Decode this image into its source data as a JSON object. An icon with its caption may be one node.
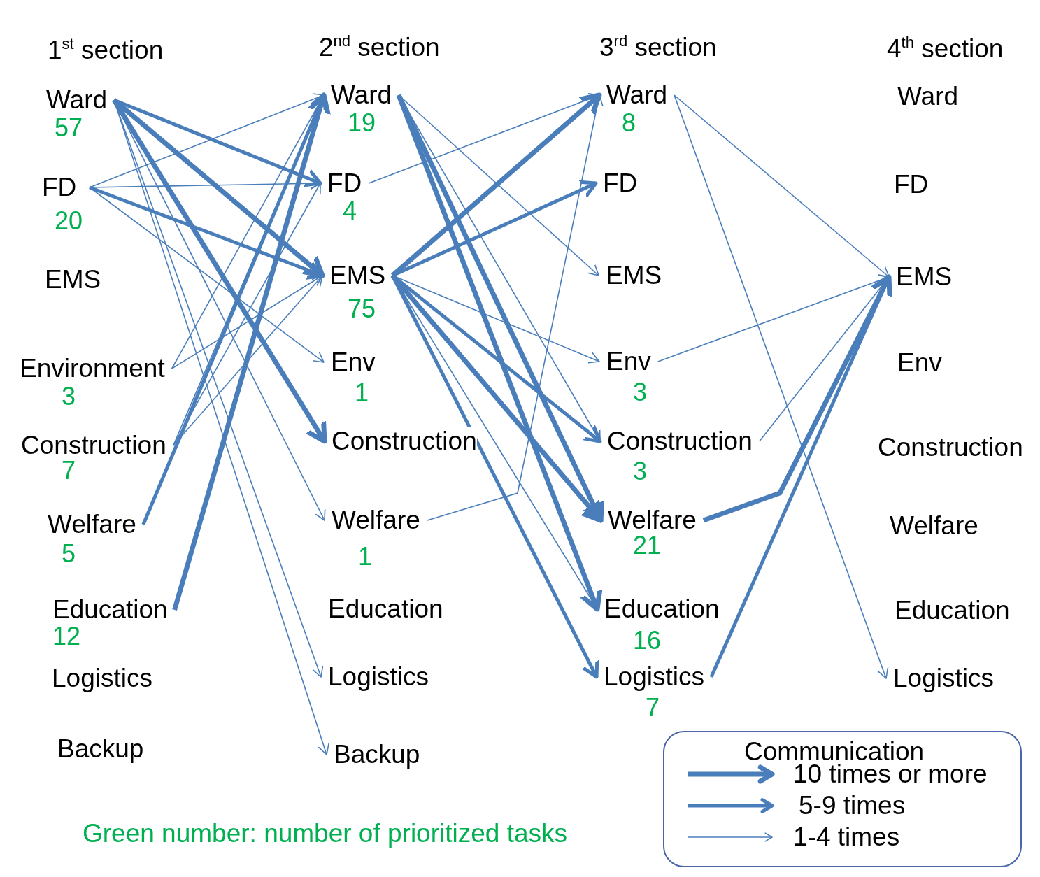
{
  "diagram": {
    "nodes": [
      {
        "text": [
          "Ward",
          "57"
        ]
      },
      {
        "text": [
          "FD",
          "20"
        ]
      },
      {
        "text": [
          "EMS"
        ]
      },
      {
        "text": [
          "Environment",
          "3"
        ]
      },
      {
        "text": [
          "Construction",
          "7"
        ]
      },
      {
        "text": [
          "Welfare",
          "5"
        ]
      },
      {
        "text": [
          "Education",
          "12"
        ]
      },
      {
        "text": [
          "Logistics"
        ]
      },
      {
        "text": [
          "Backup"
        ]
      },
      {
        "text": [
          "Ward",
          "19"
        ]
      },
      {
        "text": [
          "FD",
          "4"
        ]
      },
      {
        "text": [
          "EMS",
          "75"
        ]
      },
      {
        "text": [
          "Env",
          "1"
        ]
      },
      {
        "text": [
          "Construction"
        ]
      },
      {
        "text": [
          "Welfare",
          "1"
        ]
      },
      {
        "text": [
          "Education"
        ]
      },
      {
        "text": [
          "Logistics"
        ]
      },
      {
        "text": [
          "Backup"
        ]
      },
      {
        "text": [
          "Ward",
          "8"
        ]
      },
      {
        "text": [
          "FD"
        ]
      },
      {
        "text": [
          "EMS"
        ]
      },
      {
        "text": [
          "Env",
          "3"
        ]
      },
      {
        "text": [
          "Construction",
          "3"
        ]
      },
      {
        "text": [
          "Welfare",
          "21"
        ]
      },
      {
        "text": [
          "Education",
          "16"
        ]
      },
      {
        "text": [
          "Logistics",
          "7"
        ]
      },
      {
        "text": [
          "Ward"
        ]
      },
      {
        "text": [
          "FD"
        ]
      },
      {
        "text": [
          "EMS"
        ]
      },
      {
        "text": [
          "Env"
        ]
      },
      {
        "text": [
          "Construction"
        ]
      },
      {
        "text": [
          "Welfare"
        ]
      },
      {
        "text": [
          "Education"
        ]
      },
      {
        "text": [
          "Logistics"
        ]
      }
    ],
    "edges": [
      {
        "from": 0,
        "to": 10,
        "arrow": "to",
        "style": "thick"
      },
      {
        "from": 0,
        "to": 11,
        "arrow": "to",
        "style": "thick"
      },
      {
        "from": 0,
        "to": 13,
        "arrow": "to",
        "style": "thick"
      },
      {
        "from": 0,
        "to": 14,
        "arrow": "to"
      },
      {
        "from": 0,
        "to": 16,
        "arrow": "to"
      },
      {
        "from": 0,
        "to": 17,
        "arrow": "to"
      },
      {
        "from": 1,
        "to": 9,
        "arrow": "to"
      },
      {
        "from": 1,
        "to": 10,
        "arrow": "to"
      },
      {
        "from": 1,
        "to": 11,
        "arrow": "to",
        "style": "thick"
      },
      {
        "from": 1,
        "to": 12,
        "arrow": "to"
      },
      {
        "from": 3,
        "to": 9,
        "arrow": "to"
      },
      {
        "from": 3,
        "to": 11,
        "arrow": "to"
      },
      {
        "from": 4,
        "to": 9,
        "arrow": "to"
      },
      {
        "from": 4,
        "to": 10,
        "arrow": "to"
      },
      {
        "from": 4,
        "to": 11,
        "arrow": "to"
      },
      {
        "from": 5,
        "to": 9,
        "arrow": "to",
        "style": "thick"
      },
      {
        "from": 6,
        "to": 9,
        "arrow": "to",
        "style": "thick"
      },
      {
        "from": 9,
        "to": 20,
        "arrow": "to"
      },
      {
        "from": 9,
        "to": 22,
        "arrow": "to"
      },
      {
        "from": 9,
        "to": 23,
        "arrow": "to",
        "style": "thick"
      },
      {
        "from": 9,
        "to": 24,
        "arrow": "to",
        "style": "thick"
      },
      {
        "from": 10,
        "to": 18,
        "arrow": "to"
      },
      {
        "from": 11,
        "to": 18,
        "arrow": "to",
        "style": "thick"
      },
      {
        "from": 11,
        "to": 19,
        "arrow": "to",
        "style": "thick"
      },
      {
        "from": 11,
        "to": 21,
        "arrow": "to"
      },
      {
        "from": 11,
        "to": 22,
        "arrow": "to",
        "style": "thick"
      },
      {
        "from": 11,
        "to": 23,
        "arrow": "to",
        "style": "thick"
      },
      {
        "from": 11,
        "to": 24,
        "arrow": "to"
      },
      {
        "from": 11,
        "to": 25,
        "arrow": "to",
        "style": "thick"
      },
      {
        "from": 14,
        "to": 18,
        "arrow": "to"
      },
      {
        "from": 18,
        "to": 28,
        "arrow": "to"
      },
      {
        "from": 18,
        "to": 33,
        "arrow": "to"
      },
      {
        "from": 21,
        "to": 28,
        "arrow": "to"
      },
      {
        "from": 22,
        "to": 28,
        "arrow": "to"
      },
      {
        "from": 23,
        "to": 28,
        "arrow": "to",
        "style": "thick"
      },
      {
        "from": 25,
        "to": 28,
        "arrow": "to",
        "style": "thick"
      }
    ],
    "labels": [
      "1$^{st}$ section",
      "2$^{nd}$ section",
      "3$^{rd}$ section",
      "4$^{th}$ section",
      "Green number: number of prioritized tasks",
      "Communication"
    ],
    "legend": [
      {
        "text": "10 times or more"
      },
      {
        "text": "5-9 times"
      },
      {
        "text": "1-4 times"
      }
    ]
  }
}
